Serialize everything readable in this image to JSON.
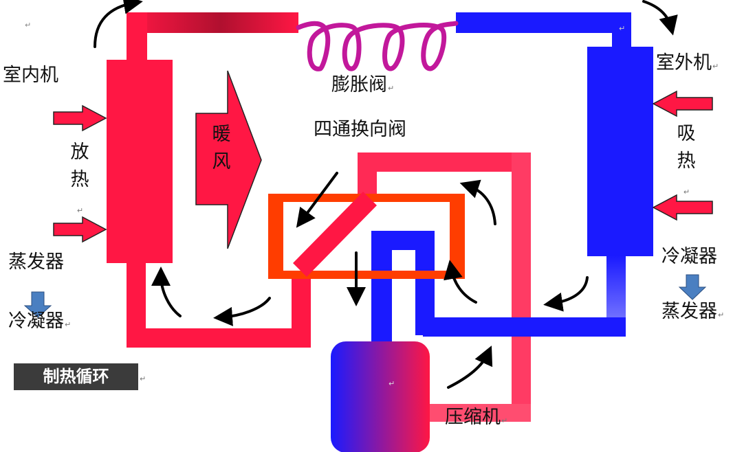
{
  "mode_badge": "制热循环",
  "indoor": {
    "unit_label": "室内机",
    "release_label_1": "放",
    "release_label_2": "热",
    "role_top": "蒸发器",
    "role_bottom": "冷凝器"
  },
  "outdoor": {
    "unit_label": "室外机",
    "absorb_label_1": "吸",
    "absorb_label_2": "热",
    "role_top": "冷凝器",
    "role_bottom": "蒸发器"
  },
  "expansion_valve_label": "膨胀阀",
  "four_way_valve_label": "四通换向阀",
  "warm_air_label_1": "暖",
  "warm_air_label_2": "风",
  "compressor_label": "压缩机",
  "paragraph_mark": "↵",
  "colors": {
    "hot": "#ff1744",
    "cold": "#1a1aff",
    "valve": "#ff3d00",
    "coil": "#c2189b",
    "badge": "#3b3b3b",
    "down_arrow": "#4a7fc1"
  }
}
